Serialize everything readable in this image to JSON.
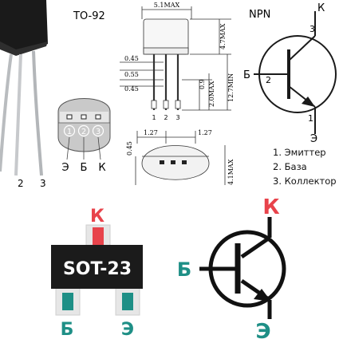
{
  "to92": {
    "package_label": "TO-92",
    "pin_labels": [
      "2",
      "3"
    ],
    "pin_numbers": [
      "1",
      "2",
      "3"
    ],
    "pin_letters": [
      "Э",
      "Б",
      "К"
    ]
  },
  "drawing": {
    "dims": [
      "5.1MAX",
      "4.7MAX",
      "12.7MIN",
      "2.0MAX",
      "0.9",
      "0.45",
      "0.55",
      "0.45",
      "1.27",
      "1.27",
      "0.45",
      "4.1MAX"
    ],
    "pin_numbers": [
      "1",
      "2",
      "3"
    ]
  },
  "npn": {
    "title": "NPN",
    "collector_label": "К",
    "base_label": "Б",
    "emitter_label": "Э",
    "pin_collector": "3",
    "pin_base": "2",
    "pin_emitter": "1"
  },
  "legend": [
    "1. Эмиттер",
    "2. База",
    "3. Коллектор"
  ],
  "sot23": {
    "label": "SOT-23",
    "collector_label": "К",
    "base_label": "Б",
    "emitter_label": "Э"
  },
  "symbol2": {
    "collector_label": "К",
    "base_label": "Б",
    "emitter_label": "Э"
  },
  "colors": {
    "collector": "#e8434b",
    "base_emitter": "#1e8f86",
    "body": "#1b1b1b"
  }
}
